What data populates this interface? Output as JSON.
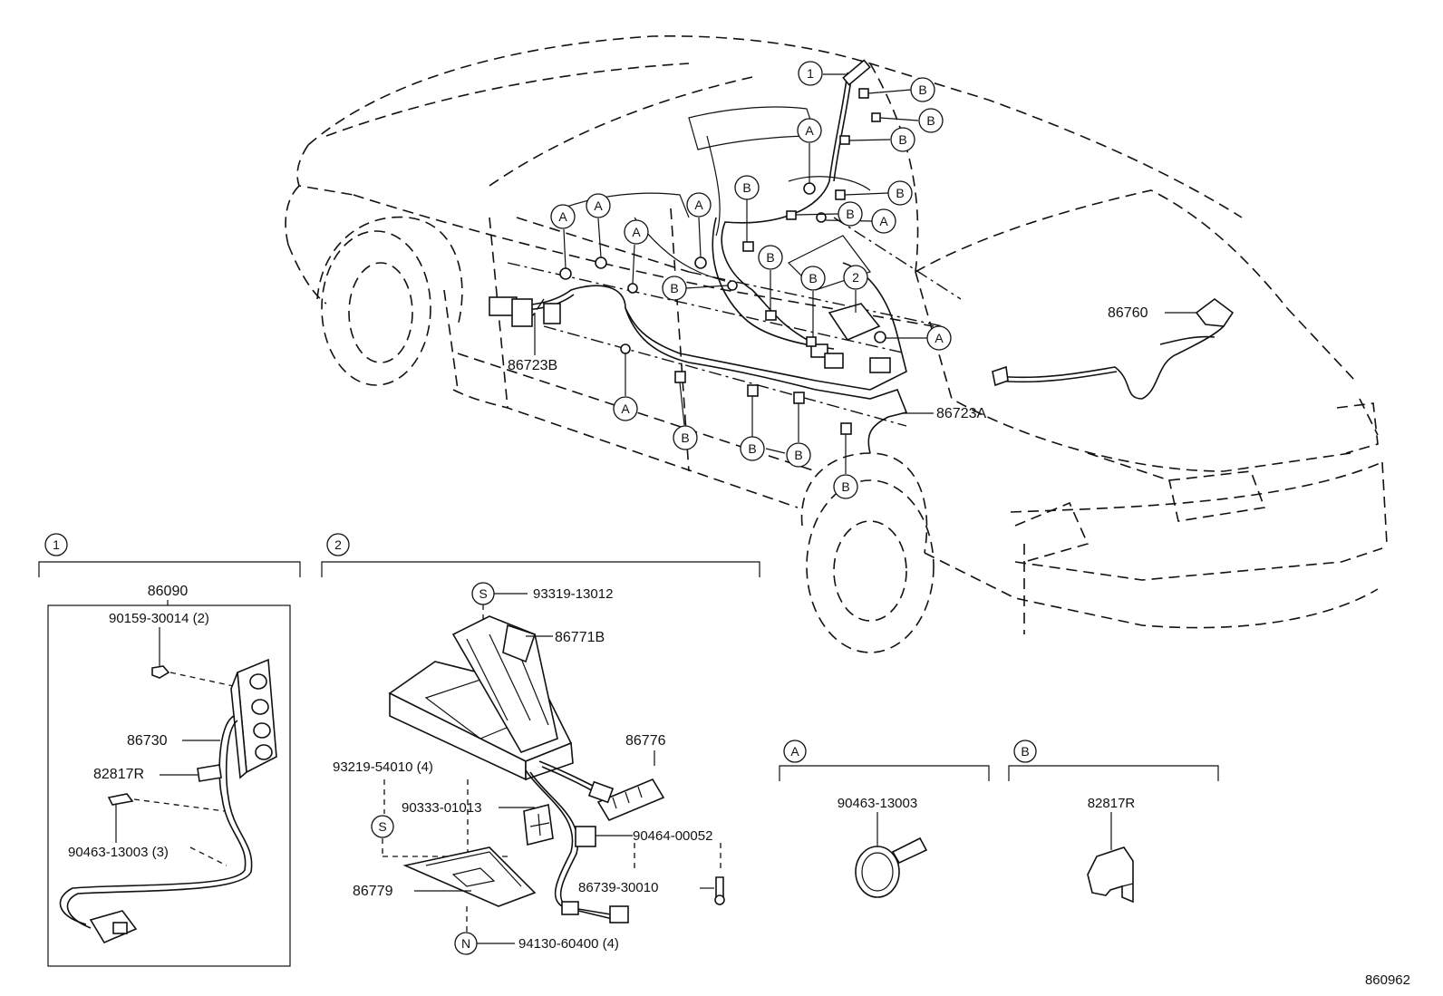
{
  "diagram": {
    "doc_code": "860962",
    "callout_letters": {
      "a": "A",
      "b": "B",
      "s": "S",
      "n": "N"
    },
    "callout_numbers": {
      "one": "1",
      "two": "2"
    },
    "main_labels": {
      "p86760": "86760",
      "p86723b": "86723B",
      "p86723a": "86723A"
    },
    "detail_1": {
      "ref": "1",
      "assembly": "86090",
      "parts": {
        "screw": "90159-30014 (2)",
        "switch": "86730",
        "clip": "82817R",
        "clamp": "90463-13003 (3)"
      }
    },
    "detail_2": {
      "ref": "2",
      "parts": {
        "screw_s": "93319-13012",
        "holder": "86771B",
        "bracket": "86776",
        "screw_4": "93219-54010 (4)",
        "label": "90333-01013",
        "clip": "90464-00052",
        "bolt": "86739-30010",
        "cover": "86779",
        "nut": "94130-60400 (4)"
      }
    },
    "detail_a": {
      "ref": "A",
      "part": "90463-13003"
    },
    "detail_b": {
      "ref": "B",
      "part": "82817R"
    }
  }
}
